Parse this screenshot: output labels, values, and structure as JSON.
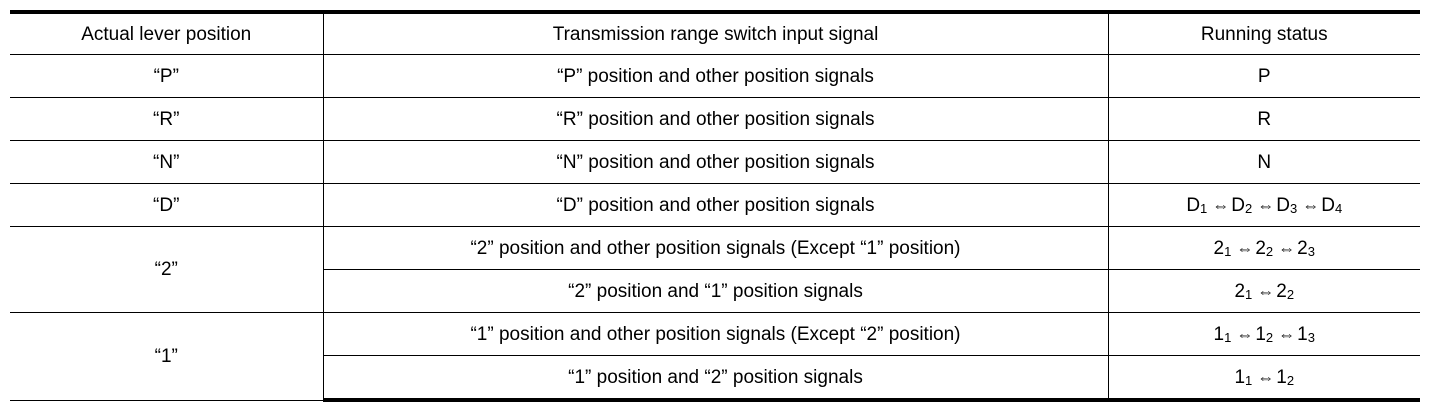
{
  "headers": {
    "lever": "Actual lever position",
    "signal": "Transmission range switch input signal",
    "status": "Running status"
  },
  "rows": [
    {
      "lever": "“P”",
      "signal": "“P” position and other position signals",
      "status": [
        {
          "main": "P",
          "sub": ""
        }
      ]
    },
    {
      "lever": "“R”",
      "signal": "“R” position and other position signals",
      "status": [
        {
          "main": "R",
          "sub": ""
        }
      ]
    },
    {
      "lever": "“N”",
      "signal": "“N” position and other position signals",
      "status": [
        {
          "main": "N",
          "sub": ""
        }
      ]
    },
    {
      "lever": "“D”",
      "signal": "“D” position and other position signals",
      "status": [
        {
          "main": "D",
          "sub": "1"
        },
        {
          "main": "D",
          "sub": "2"
        },
        {
          "main": "D",
          "sub": "3"
        },
        {
          "main": "D",
          "sub": "4"
        }
      ]
    },
    {
      "lever": "“2”",
      "signal": "“2” position and other position signals (Except “1” position)",
      "status": [
        {
          "main": "2",
          "sub": "1"
        },
        {
          "main": "2",
          "sub": "2"
        },
        {
          "main": "2",
          "sub": "3"
        }
      ]
    },
    {
      "signal": "“2” position and “1” position signals",
      "status": [
        {
          "main": "2",
          "sub": "1"
        },
        {
          "main": "2",
          "sub": "2"
        }
      ]
    },
    {
      "lever": "“1”",
      "signal": "“1” position and other position signals (Except “2” position)",
      "status": [
        {
          "main": "1",
          "sub": "1"
        },
        {
          "main": "1",
          "sub": "2"
        },
        {
          "main": "1",
          "sub": "3"
        }
      ]
    },
    {
      "signal": "“1” position and “2” position signals",
      "status": [
        {
          "main": "1",
          "sub": "1"
        },
        {
          "main": "1",
          "sub": "2"
        }
      ]
    }
  ],
  "arrow_symbol": "⇔"
}
